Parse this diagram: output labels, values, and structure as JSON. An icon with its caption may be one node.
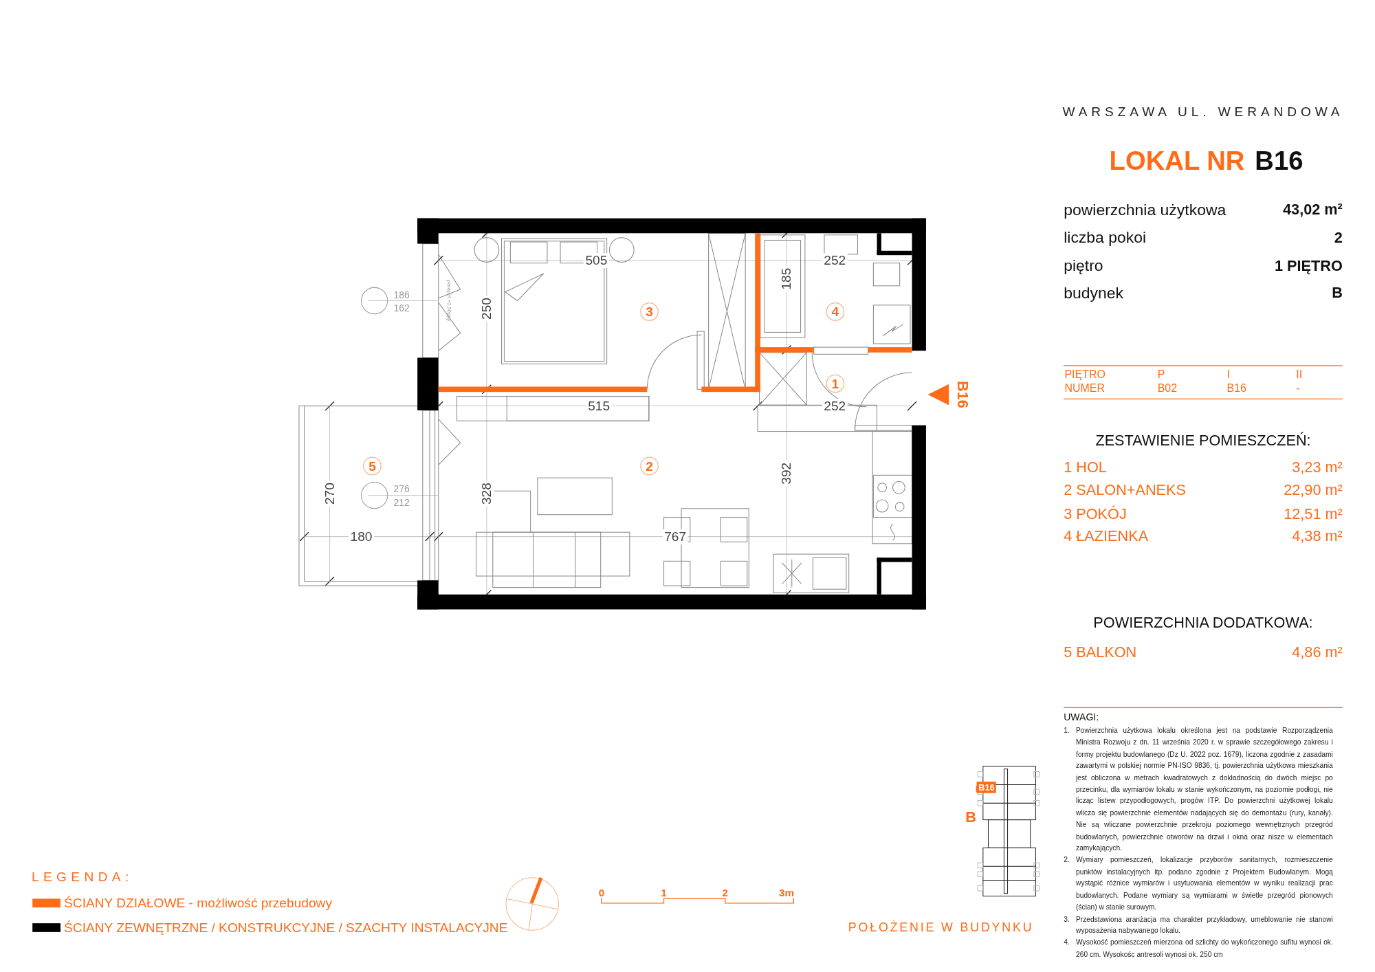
{
  "diagram": {
    "nodes": [
      {
        "text": [
          "3"
        ]
      },
      {
        "text": [
          "4"
        ]
      },
      {
        "text": [
          "1"
        ]
      },
      {
        "text": [
          "5"
        ]
      },
      {
        "text": [
          "2"
        ]
      }
    ],
    "labels": [
      "WARSZAWA UL. WERANDOWA",
      "LOKAL NR",
      "B16",
      "powierzchnia użytkowa",
      "43,02 m²",
      "liczba pokoi",
      "2",
      "piętro",
      "1 PIĘTRO",
      "budynek",
      "B",
      "PIĘTRO",
      "P",
      "I",
      "II",
      "NUMER",
      "B02",
      "B16",
      "-",
      "ZESTAWIENIE POMIESZCZEŃ:",
      "1 HOL",
      "3,23 m²",
      "2 SALON+ANEKS",
      "22,90 m²",
      "3 POKÓJ",
      "12,51 m²",
      "4 ŁAZIENKA",
      "4,38 m²",
      "POWIERZCHNIA DODATKOWA:",
      "5 BALKON",
      "4,86 m²",
      "UWAGI:",
      "1.",
      "Powierzchnia użytkowa lokalu określona jest na podstawie Rozporządzenia Ministra Rozwoju z dn. 11 września 2020 r. w sprawie szczegółowego zakresu i formy projektu budowlanego (Dz U. 2022 poz. 1679), liczona zgodnie z zasadami zawartymi w polskiej normie PN-ISO 9836, tj. powierzchnia użytkowa mieszkania jest obliczona w metrach kwadratowych z dokładnością do dwóch miejsc po przecinku, dla wymiarów lokalu w stanie wykończonym, na poziomie podłogi, nie licząc listew przypodłogowych, progów ITP. Do powierzchni użytkowej lokalu wlicza się powierzchnie elementów nadających się do demontażu (rury, kanały). Nie są wliczane powierzchnie przekroju poziomego wewnętrznych przegród budowlanych, powierzchnie otworów na drzwi i okna oraz nisze w elementach zamykających.",
      "2.",
      "Wymiary pomieszczeń, lokalizacje przyborów sanitarnych, rozmieszczenie punktów instalacyjnych itp. podano zgodnie z Projektem Budowlanym. Mogą wystąpić różnice wymiarów i usytuowania elementów w wyniku realizacji prac budowlanych. Podane wymiary są wymiarami w świetle przegród pionowych (ścian) w stanie surowym.",
      "3.",
      "Przedstawiona aranżacja ma charakter przykładowy, umeblowanie nie stanowi wyposażenia nabywanego lokalu.",
      "4.",
      "Wysokość pomieszczeń mierzona od szlichty do wykończonego sufitu wynosi ok. 260 cm. Wysokośc antresoli wynosi ok. 250 cm",
      "505",
      "252",
      "186",
      "162",
      "parapet +0,50ppp",
      "250",
      "185",
      "B16",
      "515",
      "252",
      "392",
      "328",
      "276",
      "212",
      "270",
      "180",
      "767",
      "B16",
      "B",
      "LEGENDA:",
      "0",
      "1",
      "2",
      "3m",
      "POŁOŻENIE W BUDYNKU"
    ],
    "legend": [
      {
        "text": "ŚCIANY DZIAŁOWE - możliwość przebudowy",
        "color": "#ff6b17"
      },
      {
        "text": "ŚCIANY ZEWNĘTRZNE / KONSTRUKCYJNE / SZACHTY INSTALACYJNE",
        "color": "#000000"
      }
    ]
  }
}
